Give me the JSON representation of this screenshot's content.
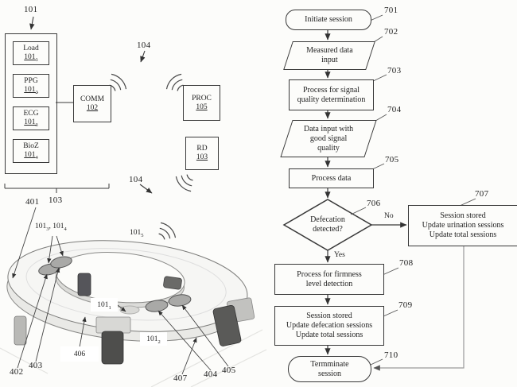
{
  "left_diagram": {
    "assembly_ref": "101",
    "sensors": [
      {
        "name": "Load",
        "num": "101",
        "sub": "1"
      },
      {
        "name": "PPG",
        "num": "101",
        "sub": "2"
      },
      {
        "name": "ECG",
        "num": "101",
        "sub": "3"
      },
      {
        "name": "BioZ",
        "num": "101",
        "sub": "4"
      }
    ],
    "comm": {
      "name": "COMM",
      "num": "102"
    },
    "proc": {
      "name": "PROC",
      "num": "105"
    },
    "rd": {
      "name": "RD",
      "num": "103"
    },
    "bracket_ref": "103",
    "wireless_ref_top": "104",
    "wireless_ref_bottom": "104"
  },
  "seat_drawing": {
    "seat_ref": "401",
    "electrode_pair_label": {
      "num1": "101",
      "sub1": "3",
      "sep": ", ",
      "num2": "101",
      "sub2": "4"
    },
    "wireless_label": {
      "num": "101",
      "sub": "5"
    },
    "sensor_label_1": {
      "num": "101",
      "sub": "1"
    },
    "sensor_label_2": {
      "num": "101",
      "sub": "2"
    },
    "ref_402": "402",
    "ref_403": "403",
    "ref_404": "404",
    "ref_405": "405",
    "ref_406": "406",
    "ref_407": "407"
  },
  "flowchart": {
    "branch_no": "No",
    "branch_yes": "Yes",
    "nodes": [
      {
        "ref": "701",
        "type": "terminator",
        "lines": [
          "Initiate session"
        ]
      },
      {
        "ref": "702",
        "type": "input_output",
        "lines": [
          "Measured data",
          "input"
        ]
      },
      {
        "ref": "703",
        "type": "process",
        "lines": [
          "Process for signal",
          "quality determination"
        ]
      },
      {
        "ref": "704",
        "type": "input_output",
        "lines": [
          "Data input with",
          "good signal",
          "quality"
        ]
      },
      {
        "ref": "705",
        "type": "process",
        "lines": [
          "Process data"
        ]
      },
      {
        "ref": "706",
        "type": "decision",
        "lines": [
          "Defecation",
          "detected?"
        ]
      },
      {
        "ref": "707",
        "type": "process",
        "lines": [
          "Session stored",
          "Update urination sessions",
          "Update total sessions"
        ]
      },
      {
        "ref": "708",
        "type": "process",
        "lines": [
          "Process for firmness",
          "level detection"
        ]
      },
      {
        "ref": "709",
        "type": "process",
        "lines": [
          "Session stored",
          "Update defecation sessions",
          "Update total sessions"
        ]
      },
      {
        "ref": "710",
        "type": "terminator",
        "lines": [
          "Termminate",
          "session"
        ]
      }
    ]
  },
  "colors": {
    "line": "#3a3a3a",
    "connector_gray": "#9a9a9a",
    "seat_fill": "#f6f6f4",
    "electrode_fill": "#a9a9a7"
  }
}
